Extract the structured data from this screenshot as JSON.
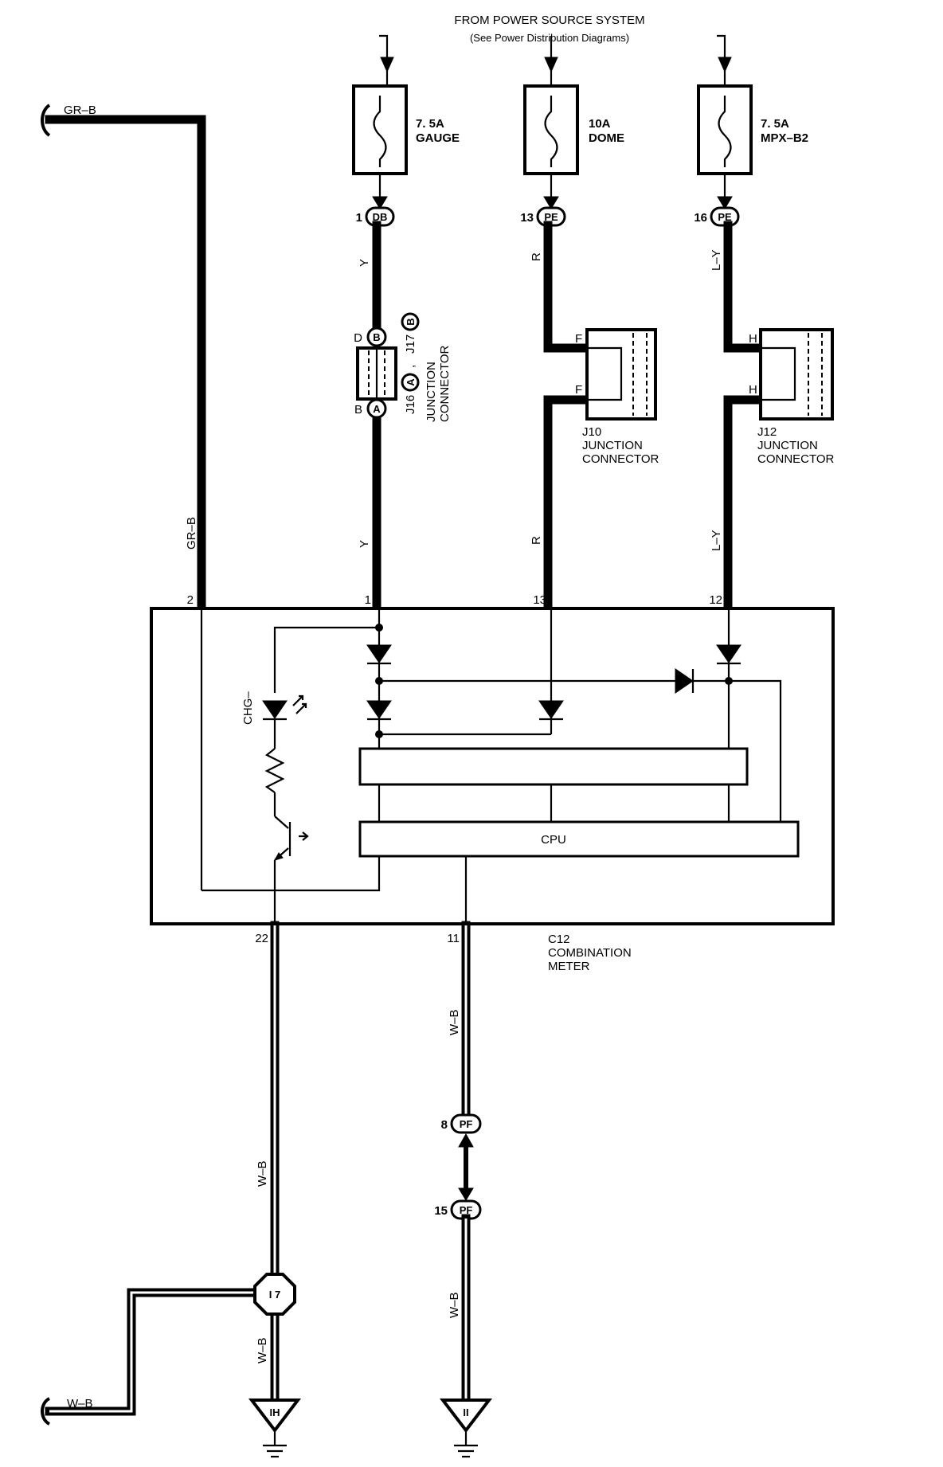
{
  "header": {
    "line1": "FROM POWER SOURCE SYSTEM",
    "line2": "(See Power Distribution Diagrams)"
  },
  "fuses": [
    {
      "rating": "7. 5A",
      "name": "GAUGE"
    },
    {
      "rating": "10A",
      "name": "DOME"
    },
    {
      "rating": "7. 5A",
      "name": "MPX–B2"
    }
  ],
  "connectors": {
    "c1": {
      "pin": "1",
      "code": "DB"
    },
    "c2": {
      "pin": "13",
      "code": "PE"
    },
    "c3": {
      "pin": "16",
      "code": "PE"
    },
    "pf_top": {
      "pin": "8",
      "code": "PF"
    },
    "pf_bottom": {
      "pin": "15",
      "code": "PF"
    },
    "i7": "I 7",
    "ground_ih": "IH",
    "ground_ii": "II"
  },
  "wires": {
    "gr_b": "GR–B",
    "y": "Y",
    "r": "R",
    "l_y": "L–Y",
    "w_b": "W–B"
  },
  "junction_j16_j17": {
    "pin_d": "D",
    "pin_b": "B",
    "tag_b": "B",
    "tag_a": "A",
    "label_j16": "J16",
    "label_j17": "J17",
    "comma": ",",
    "title1": "JUNCTION",
    "title2": "CONNECTOR"
  },
  "junction_j10": {
    "pin": "F",
    "name": "J10",
    "title1": "JUNCTION",
    "title2": "CONNECTOR"
  },
  "junction_j12": {
    "pin": "H",
    "name": "J12",
    "title1": "JUNCTION",
    "title2": "CONNECTOR"
  },
  "meter": {
    "pins": {
      "p2": "2",
      "p1": "1",
      "p13": "13",
      "p12": "12",
      "p22": "22",
      "p11": "11"
    },
    "chg": "CHG–",
    "cpu": "CPU",
    "id": "C12",
    "title1": "COMBINATION",
    "title2": "METER"
  }
}
